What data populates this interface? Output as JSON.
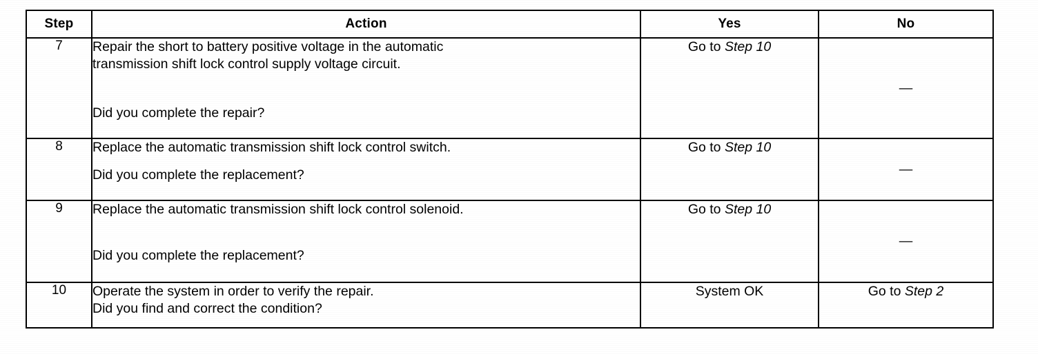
{
  "table": {
    "headers": {
      "step": "Step",
      "action": "Action",
      "yes": "Yes",
      "no": "No"
    },
    "rows": [
      {
        "step": "7",
        "action_lines": [
          "Repair the short to battery positive voltage in the automatic",
          "transmission shift lock control supply voltage circuit."
        ],
        "action_question": "Did you complete the repair?",
        "yes_prefix": "Go to ",
        "yes_emphasis": "Step 10",
        "no": "—"
      },
      {
        "step": "8",
        "action_lines": [
          "Replace the automatic transmission shift lock control switch."
        ],
        "action_question": "Did you complete the replacement?",
        "yes_prefix": "Go to ",
        "yes_emphasis": "Step 10",
        "no": "—"
      },
      {
        "step": "9",
        "action_lines": [
          "Replace the automatic transmission shift lock control solenoid."
        ],
        "action_question": "Did you complete the replacement?",
        "yes_prefix": "Go to ",
        "yes_emphasis": "Step 10",
        "no": "—"
      },
      {
        "step": "10",
        "action_lines": [
          "Operate the system in order to verify the repair."
        ],
        "action_question": "Did you find and correct the condition?",
        "yes_prefix": "System OK",
        "yes_emphasis": "",
        "no_prefix": "Go to ",
        "no_emphasis": "Step 2"
      }
    ]
  },
  "colors": {
    "border": "#000000",
    "text": "#000000",
    "background": "#ffffff"
  }
}
